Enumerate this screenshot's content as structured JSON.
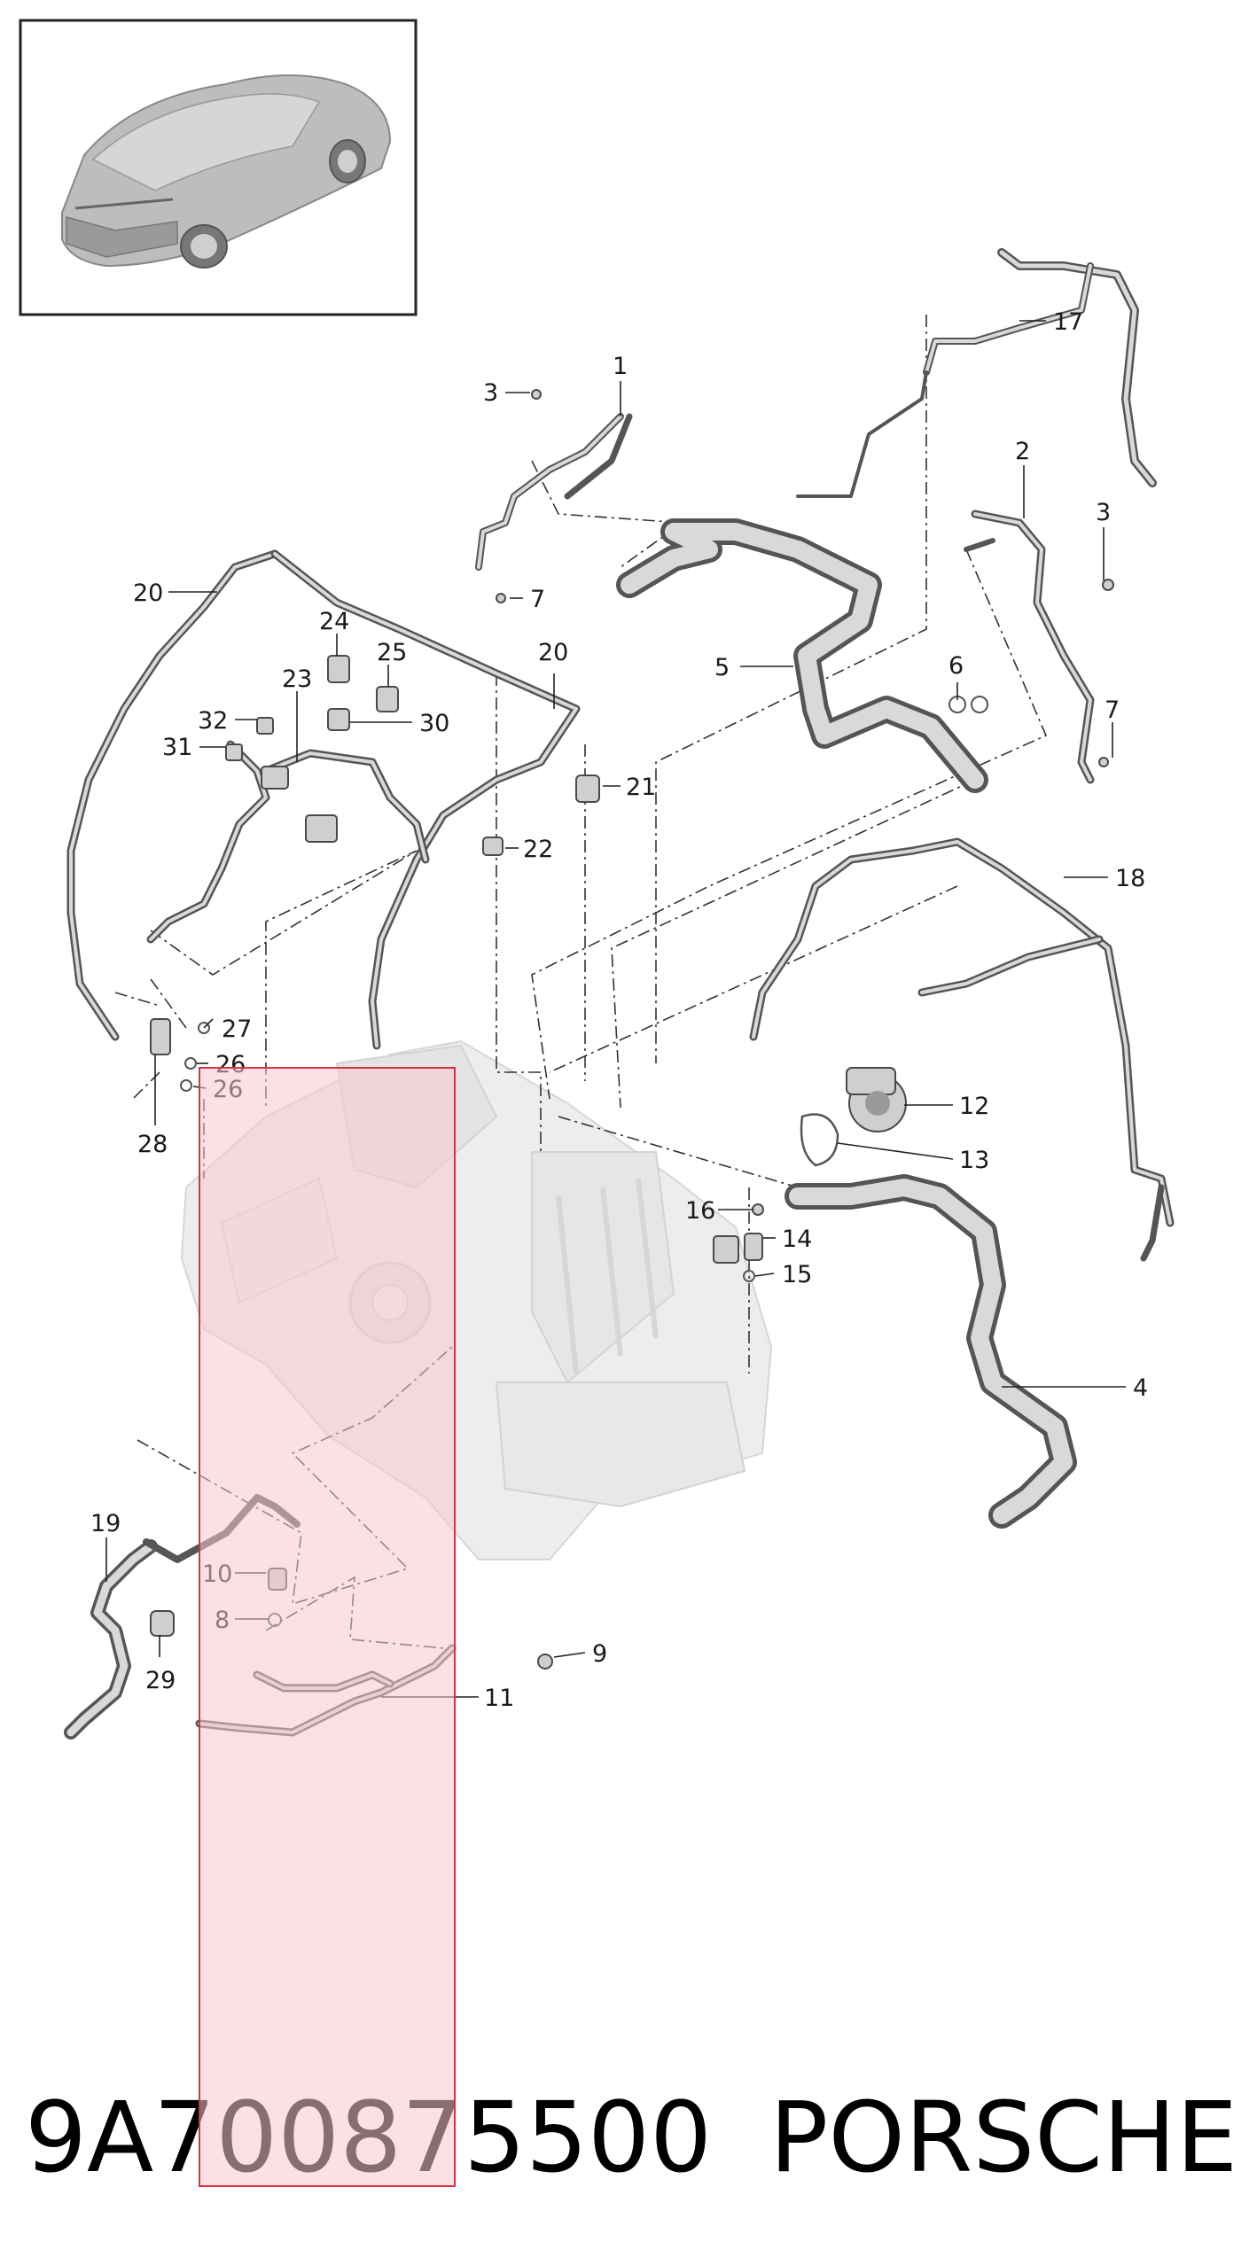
{
  "footer": {
    "part_number": "9A700875500",
    "brand": "PORSCHE"
  },
  "callouts": {
    "c1": "1",
    "c2": "2",
    "c3a": "3",
    "c3b": "3",
    "c4": "4",
    "c5": "5",
    "c6": "6",
    "c7a": "7",
    "c7b": "7",
    "c8": "8",
    "c9": "9",
    "c10": "10",
    "c11": "11",
    "c12": "12",
    "c13": "13",
    "c14": "14",
    "c15": "15",
    "c16": "16",
    "c17": "17",
    "c18": "18",
    "c19": "19",
    "c20a": "20",
    "c20b": "20",
    "c21": "21",
    "c22": "22",
    "c23": "23",
    "c24": "24",
    "c25": "25",
    "c26a": "26",
    "c26b": "26",
    "c27": "27",
    "c28": "28",
    "c29": "29",
    "c30": "30",
    "c31": "31",
    "c32": "32"
  },
  "colors": {
    "highlight_fill": "#f9c6cf",
    "highlight_stroke": "#d9323f",
    "inset_border": "#222222"
  },
  "icons": {
    "inset": "car-thumbnail-icon"
  }
}
